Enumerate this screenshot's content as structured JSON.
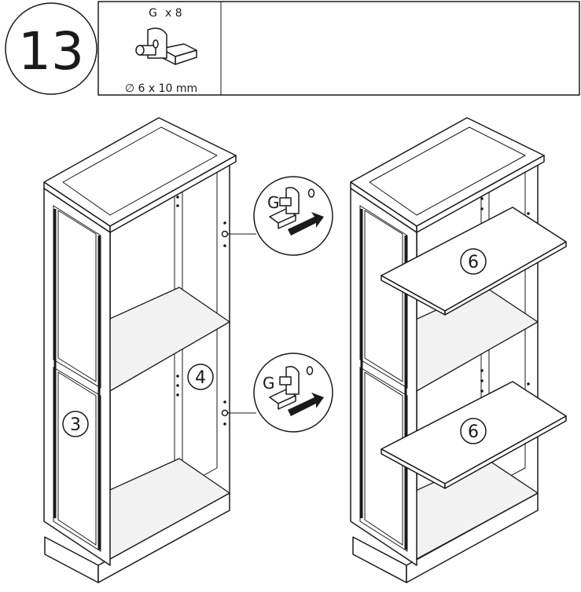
{
  "step": {
    "number": "13"
  },
  "hardware": {
    "part_letter": "G",
    "quantity": "x 8",
    "dimension": "∅ 6 x 10 mm"
  },
  "callouts": [
    {
      "letter": "G"
    },
    {
      "letter": "G"
    }
  ],
  "part_labels": {
    "door": "3",
    "shelf_existing": "4",
    "shelf_upper": "6",
    "shelf_lower": "6"
  }
}
